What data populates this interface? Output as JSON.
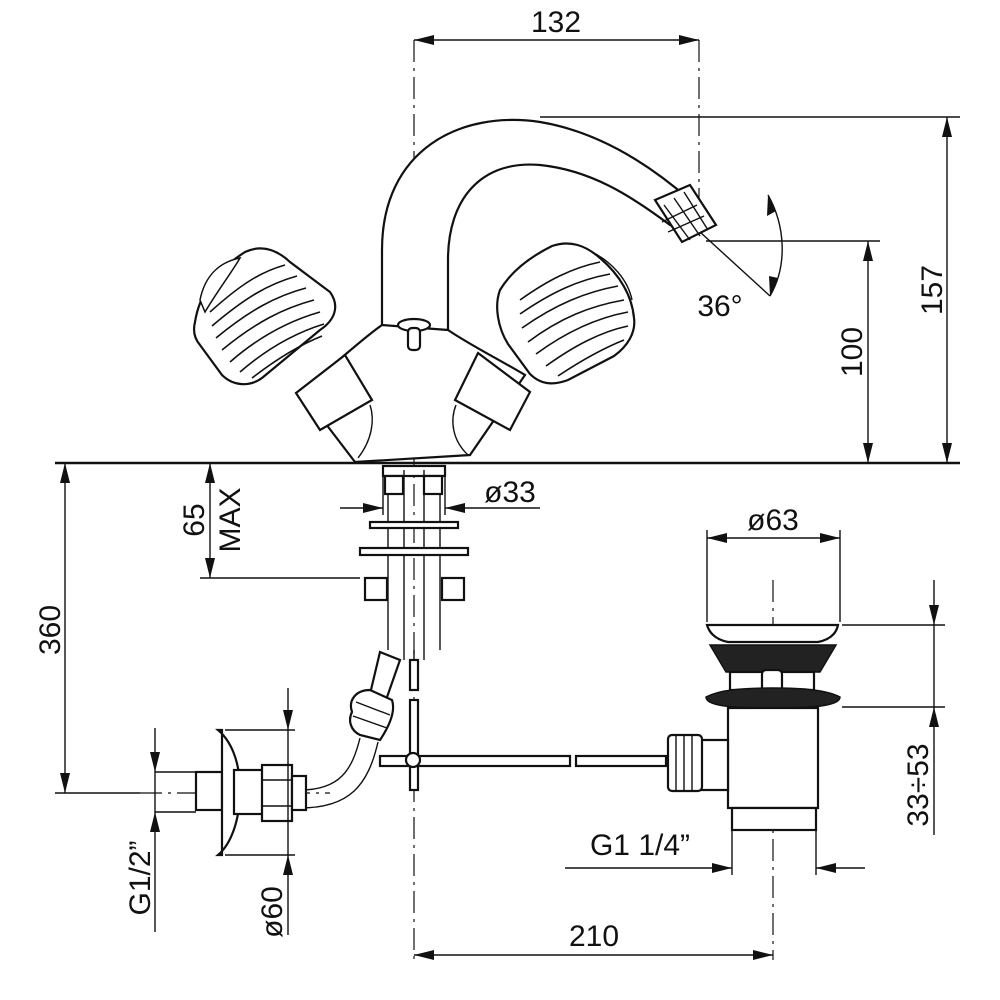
{
  "dimensions": {
    "spout_reach": "132",
    "total_height": "157",
    "spout_height": "100",
    "spout_angle": "36°",
    "deck_thickness": "65",
    "deck_thickness_note": "MAX",
    "tail_diameter": "ø33",
    "hose_length": "360",
    "waste_diameter": "ø63",
    "waste_adjust": "33÷53",
    "waste_thread": "G1  1/4”",
    "inlet_thread": "G1/2”",
    "rosette_diameter": "ø60",
    "waste_offset": "210"
  },
  "colors": {
    "line": "#111111",
    "background": "#ffffff"
  }
}
